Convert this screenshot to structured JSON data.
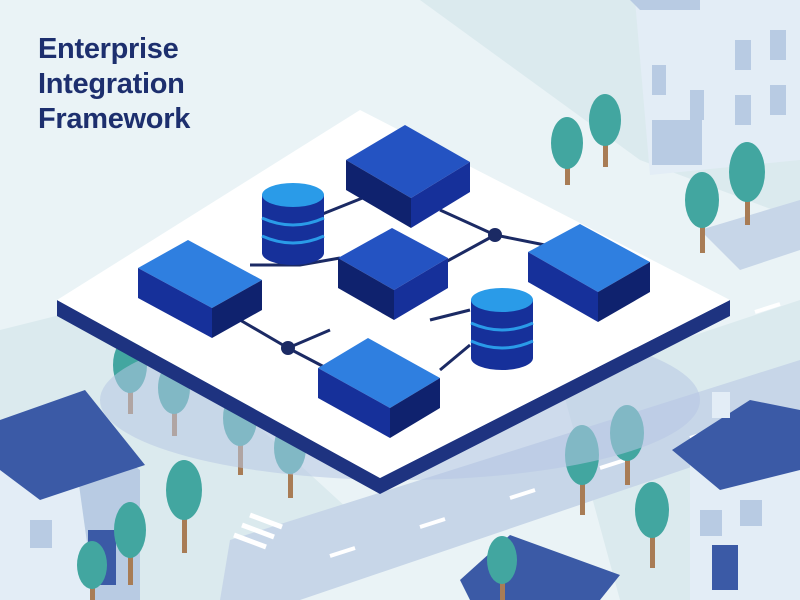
{
  "title": {
    "lines": [
      "Enterprise",
      "Integration",
      "Framework"
    ]
  },
  "colors": {
    "title": "#1d2f6e",
    "background": "#eaf3f6",
    "ground": "#dbeaee",
    "road": "#c7d6e8",
    "road_marking": "#ffffff",
    "platform_top": "#ffffff",
    "platform_edge": "#1e3380",
    "platform_shadow": "#b7c6e4",
    "block_dark": "#2453c2",
    "block_light": "#2f7fe0",
    "block_side": "#16309a",
    "block_side_dark": "#0f226e",
    "cylinder": "#2a9be8",
    "connector": "#1b2a64",
    "tree": "#42a6a0",
    "tree_trunk": "#a87c55",
    "house_roof": "#3b5aa6",
    "building_wall": "#e3edf6",
    "building_window": "#b8cbe3"
  },
  "icons": {
    "service_block": "cube-icon",
    "database": "database-icon",
    "connector_node": "node-dot-icon",
    "tree": "tree-icon",
    "house": "house-icon",
    "building": "building-icon"
  }
}
